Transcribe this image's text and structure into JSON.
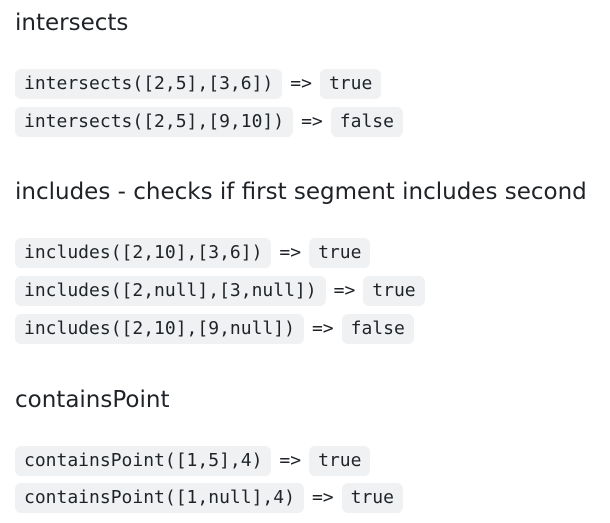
{
  "sections": [
    {
      "title": "intersects",
      "examples": [
        {
          "call": "intersects([2,5],[3,6])",
          "arrow": "=>",
          "result": "true"
        },
        {
          "call": "intersects([2,5],[9,10])",
          "arrow": "=>",
          "result": "false"
        }
      ]
    },
    {
      "title": "includes - checks if first segment includes second",
      "examples": [
        {
          "call": "includes([2,10],[3,6])",
          "arrow": "=>",
          "result": "true"
        },
        {
          "call": "includes([2,null],[3,null])",
          "arrow": "=>",
          "result": "true"
        },
        {
          "call": "includes([2,10],[9,null])",
          "arrow": "=>",
          "result": "false"
        }
      ]
    },
    {
      "title": "containsPoint",
      "examples": [
        {
          "call": "containsPoint([1,5],4)",
          "arrow": "=>",
          "result": "true"
        },
        {
          "call": "containsPoint([1,null],4)",
          "arrow": "=>",
          "result": "true"
        }
      ]
    }
  ]
}
